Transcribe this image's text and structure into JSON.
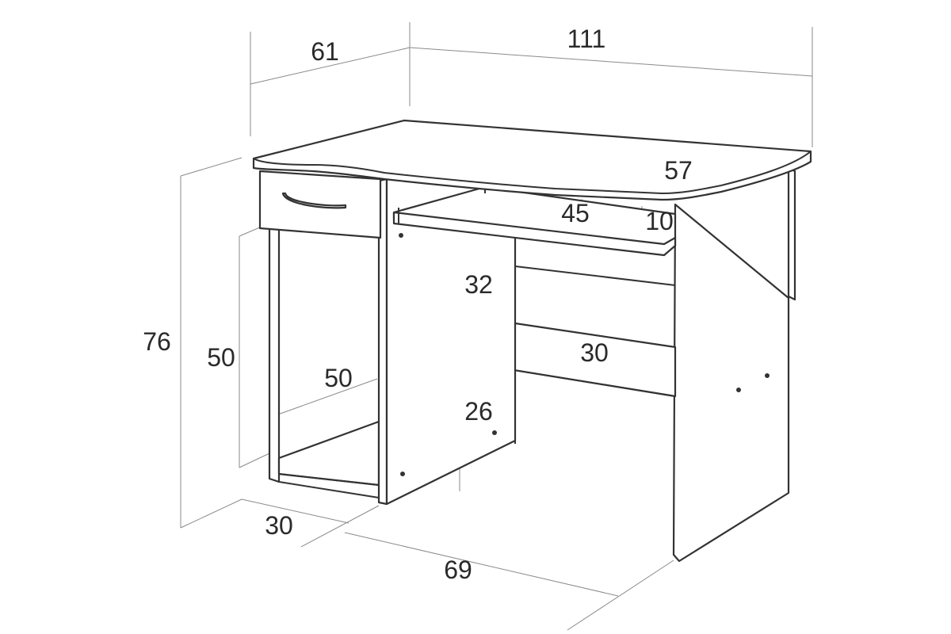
{
  "dimensions": {
    "top_depth": "61",
    "top_width": "111",
    "height_total": "76",
    "pedestal_height": "50",
    "pedestal_depth_inner": "50",
    "base_depth": "30",
    "base_width": "69",
    "desk_depth_right": "57",
    "tray_depth": "45",
    "tray_height": "10",
    "cpu_space_height": "32",
    "shelf_depth": "30",
    "lower_space_height": "26"
  },
  "colors": {
    "line": "#333333",
    "dimension_line": "#8a8a8a",
    "label": "#2a2a2a",
    "background": "#ffffff"
  }
}
